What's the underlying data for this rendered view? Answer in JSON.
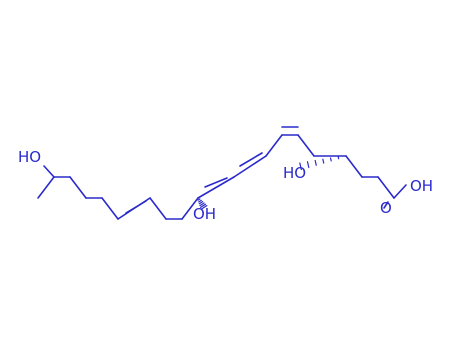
{
  "colors": {
    "bond": "#2a2acc",
    "label": "#2a2acc",
    "background": "#ffffff"
  },
  "labels": {
    "oh_c20": "HO",
    "oh_c12": "OH",
    "oh_c5": "HO",
    "acid_oh": "OH",
    "acid_o": "O"
  }
}
